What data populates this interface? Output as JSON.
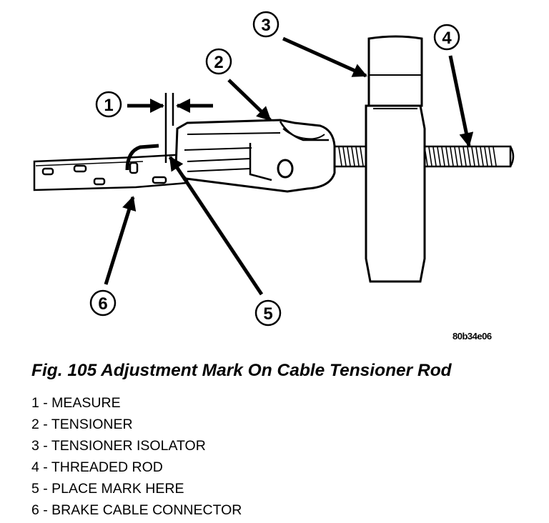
{
  "figure": {
    "image_code": "80b34e06",
    "callouts": [
      {
        "number": "1"
      },
      {
        "number": "2"
      },
      {
        "number": "3"
      },
      {
        "number": "4"
      },
      {
        "number": "5"
      },
      {
        "number": "6"
      }
    ]
  },
  "caption": "Fig. 105 Adjustment Mark On Cable Tensioner Rod",
  "legend": [
    "1 - MEASURE",
    "2 - TENSIONER",
    "3 - TENSIONER ISOLATOR",
    "4 - THREADED ROD",
    "5 - PLACE MARK HERE",
    "6 - BRAKE CABLE CONNECTOR"
  ]
}
